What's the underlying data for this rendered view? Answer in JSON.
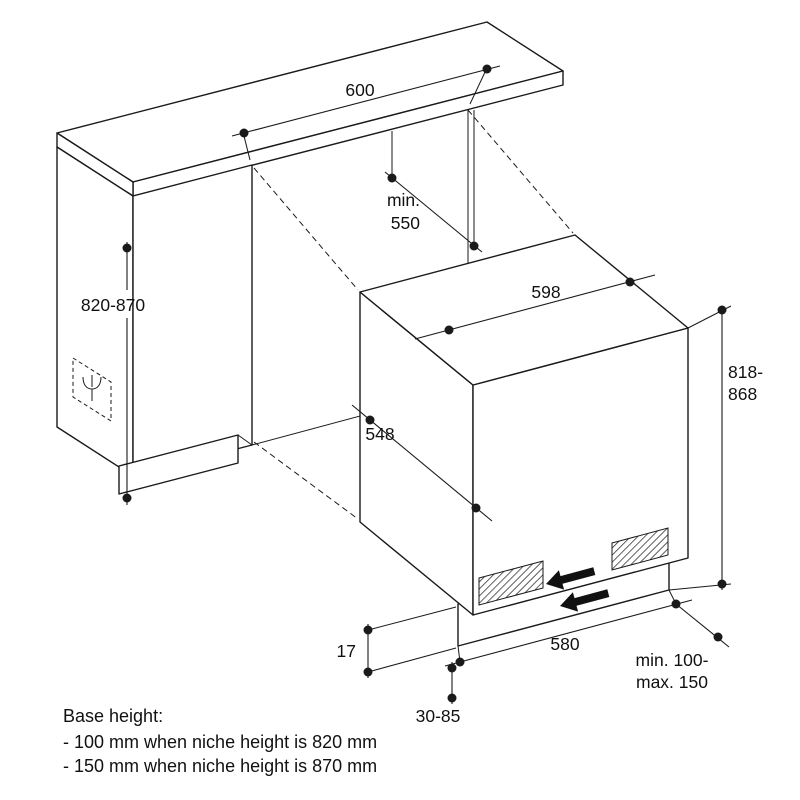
{
  "diagram": {
    "type": "appliance-installation-drawing",
    "dimensions": {
      "counter_width": "600",
      "niche_depth_prefix": "min.",
      "niche_depth_value": "550",
      "niche_height": "820-870",
      "appliance_width": "598",
      "appliance_depth": "548",
      "appliance_height_line1": "818-",
      "appliance_height_line2": "868",
      "side_offset": "17",
      "vent_width": "580",
      "floor_gap": "30-85",
      "rear_clearance_line1": "min. 100-",
      "rear_clearance_line2": "max. 150"
    },
    "notes": {
      "title": "Base height:",
      "line1": "- 100 mm when niche height is 820 mm",
      "line2": "- 150 mm when niche height is 870 mm"
    },
    "icons": {
      "power_outlet": "power-outlet",
      "airflow": "airflow-arrows"
    },
    "colors": {
      "line": "#1a1a1a",
      "background": "#ffffff"
    }
  }
}
